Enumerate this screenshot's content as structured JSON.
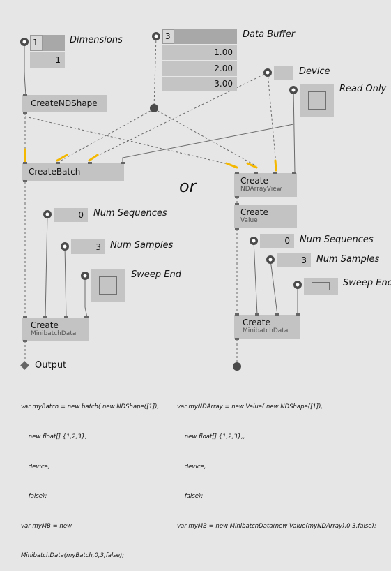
{
  "dimensions": {
    "count": "1",
    "value": "1",
    "label": "Dimensions"
  },
  "data_buffer": {
    "count": "3",
    "values": [
      "1.00",
      "2.00",
      "3.00"
    ],
    "label": "Data Buffer"
  },
  "device": {
    "label": "Device"
  },
  "read_only": {
    "label": "Read Only"
  },
  "create_nd_shape": {
    "title": "CreateNDShape"
  },
  "create_batch": {
    "title": "CreateBatch"
  },
  "or_text": "or",
  "create_nd_array_view": {
    "title": "Create",
    "subtitle": "NDArrayView"
  },
  "create_value": {
    "title": "Create",
    "subtitle": "Value"
  },
  "left_params": {
    "num_sequences": {
      "value": "0",
      "label": "Num Sequences"
    },
    "num_samples": {
      "value": "3",
      "label": "Num Samples"
    },
    "sweep_end": {
      "label": "Sweep End"
    }
  },
  "right_params": {
    "num_sequences": {
      "value": "0",
      "label": "Num Sequences"
    },
    "num_samples": {
      "value": "3",
      "label": "Num Samples"
    },
    "sweep_end": {
      "label": "Sweep End"
    }
  },
  "create_minibatch_left": {
    "title": "Create",
    "subtitle": "MinibatchData"
  },
  "create_minibatch_right": {
    "title": "Create",
    "subtitle": "MinibatchData"
  },
  "output_label": "Output",
  "code_left": [
    "var myBatch = new batch( new NDShape([1]),",
    "    new float[] {1,2,3},",
    "    device,",
    "    false);",
    "var myMB = new",
    "MinibatchData(myBatch,0,3,false);"
  ],
  "code_right": [
    "var myNDArray = new Value( new NDShape([1]),",
    "    new float[] {1,2,3},,",
    "    device,",
    "    false);",
    "var myMB = new MinibatchData(new Value(myNDArray),0,3,false);"
  ],
  "colors": {
    "background": "#e6e6e6",
    "node": "#c3c3c3",
    "wire": "#666666",
    "highlight": "#f5b800",
    "pin": "#4a4a4a"
  }
}
